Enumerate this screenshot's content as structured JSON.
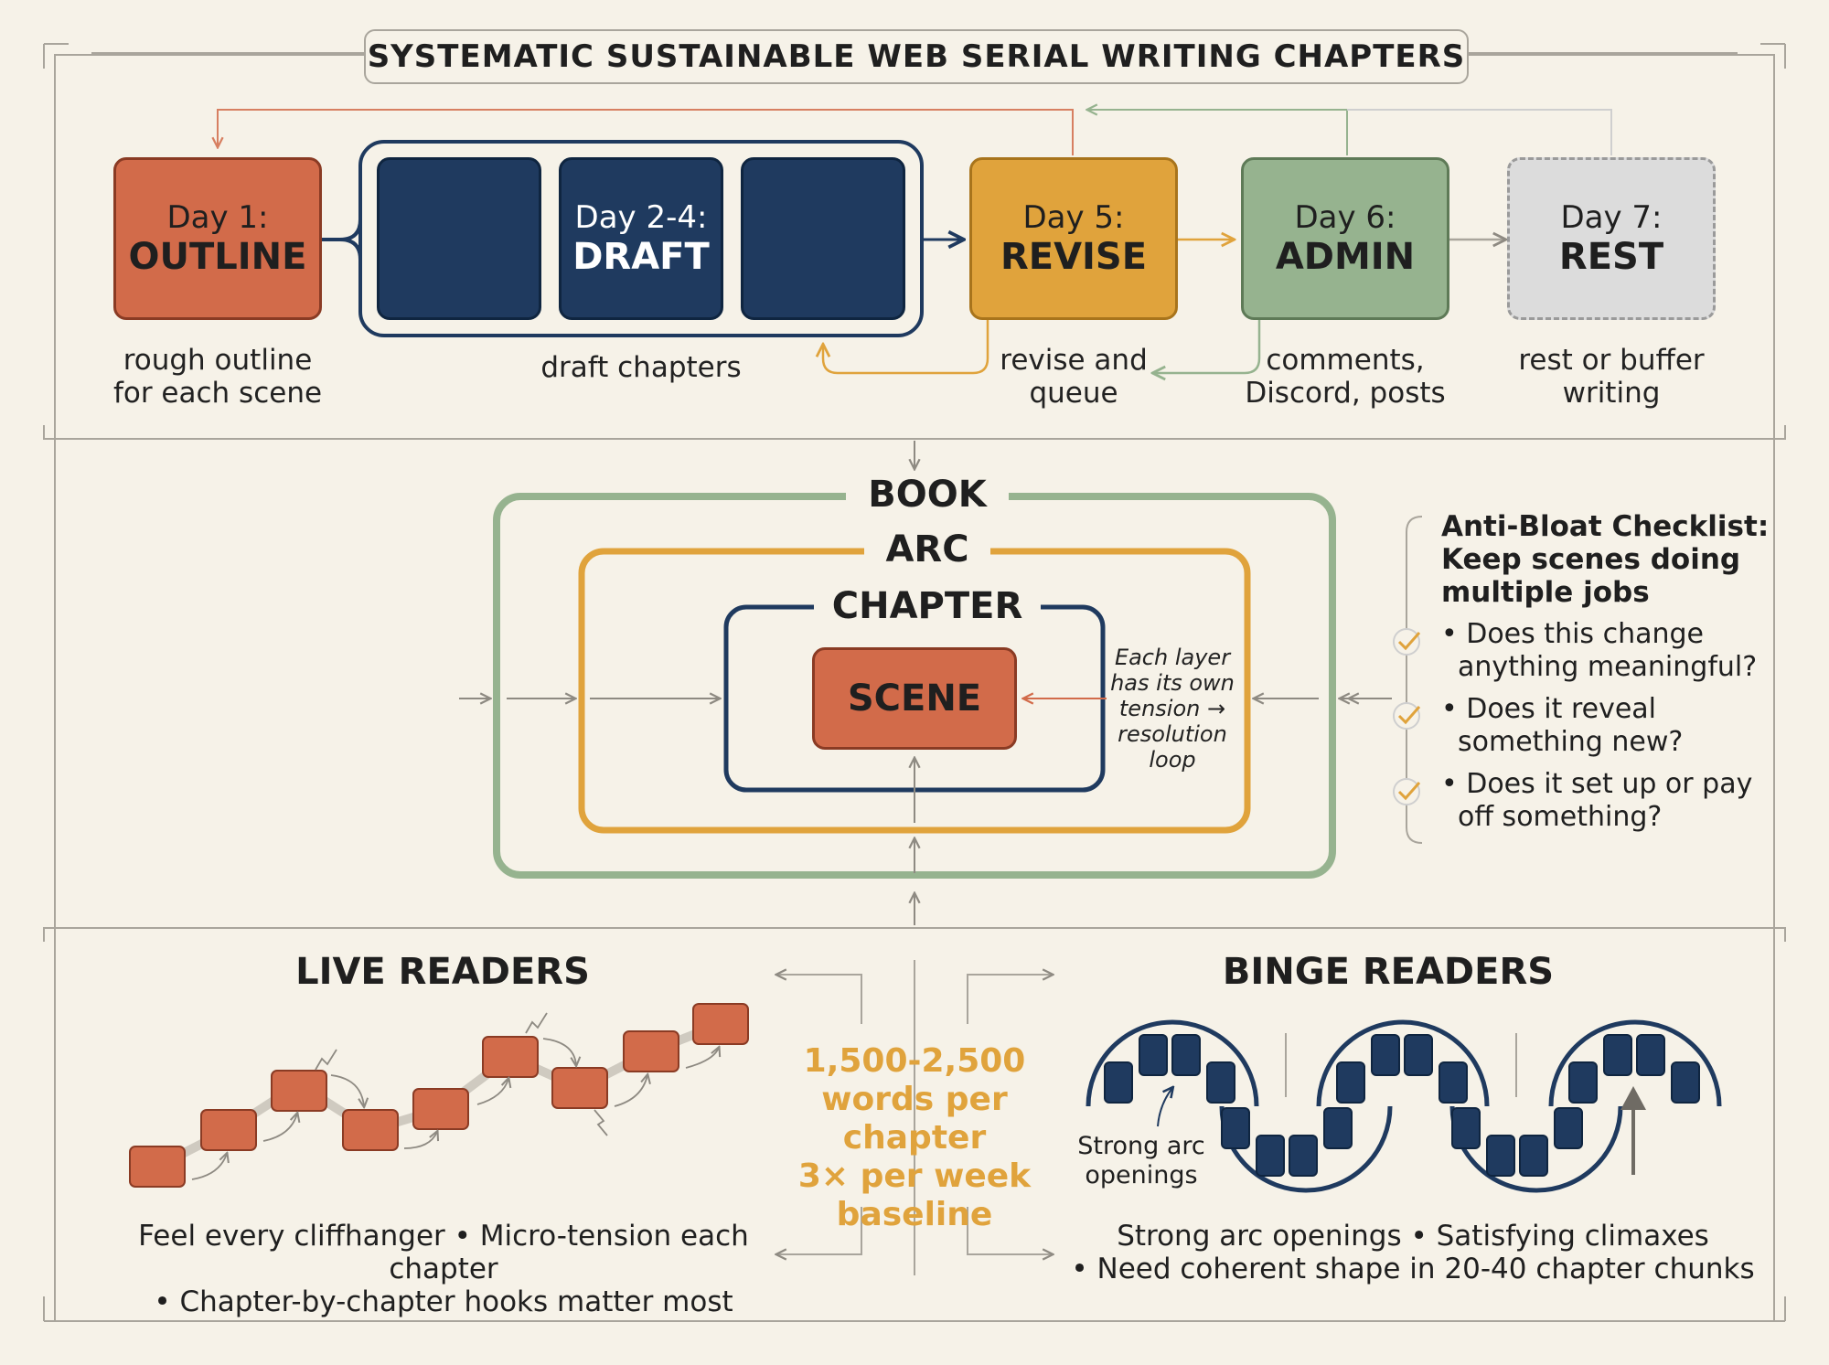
{
  "title": "SYSTEMATIC SUSTAINABLE WEB SERIAL WRITING CHAPTERS",
  "colors": {
    "terracotta": "#d26b4a",
    "navy": "#1f3a5f",
    "gold": "#e0a33c",
    "sage": "#96b38f",
    "grey": "#dcdcdc",
    "background": "#f6f2e8"
  },
  "schedule": {
    "day1": {
      "line1": "Day 1:",
      "line2": "OUTLINE",
      "caption_1": "rough outline",
      "caption_2": "for each scene"
    },
    "day2_4": {
      "line1": "Day 2-4:",
      "line2": "DRAFT",
      "caption_1": "draft chapters"
    },
    "day5": {
      "line1": "Day 5:",
      "line2": "REVISE",
      "caption_1": "revise and",
      "caption_2": "queue"
    },
    "day6": {
      "line1": "Day 6:",
      "line2": "ADMIN",
      "caption_1": "comments,",
      "caption_2": "Discord, posts"
    },
    "day7": {
      "line1": "Day 7:",
      "line2": "REST",
      "caption_1": "rest or buffer",
      "caption_2": "writing"
    }
  },
  "layers": {
    "book": "BOOK",
    "arc": "ARC",
    "chapter": "CHAPTER",
    "scene": "SCENE",
    "note_1": "Each layer",
    "note_2": "has its own",
    "note_3": "tension →",
    "note_4": "resolution",
    "note_5": "loop"
  },
  "checklist": {
    "title_1": "Anti-Bloat Checklist:",
    "title_2": "Keep scenes doing",
    "title_3": "multiple jobs",
    "items": [
      {
        "line1": "• Does this change",
        "line2": "anything meaningful?"
      },
      {
        "line1": "• Does it reveal",
        "line2": "something new?"
      },
      {
        "line1": "• Does it set up or pay",
        "line2": "off something?"
      }
    ]
  },
  "live_readers": {
    "title": "LIVE READERS",
    "footer_1": "Feel every cliffhanger • Micro-tension each chapter",
    "footer_2": "• Chapter-by-chapter hooks matter most"
  },
  "center_stat": {
    "line1": "1,500-2,500",
    "line2": "words per chapter",
    "line3": "3× per week",
    "line4": "baseline"
  },
  "binge_readers": {
    "title": "BINGE READERS",
    "annotation_1": "Strong arc",
    "annotation_2": "openings",
    "footer_1": "Strong arc openings • Satisfying climaxes",
    "footer_2": "• Need coherent shape in 20-40 chapter chunks"
  }
}
